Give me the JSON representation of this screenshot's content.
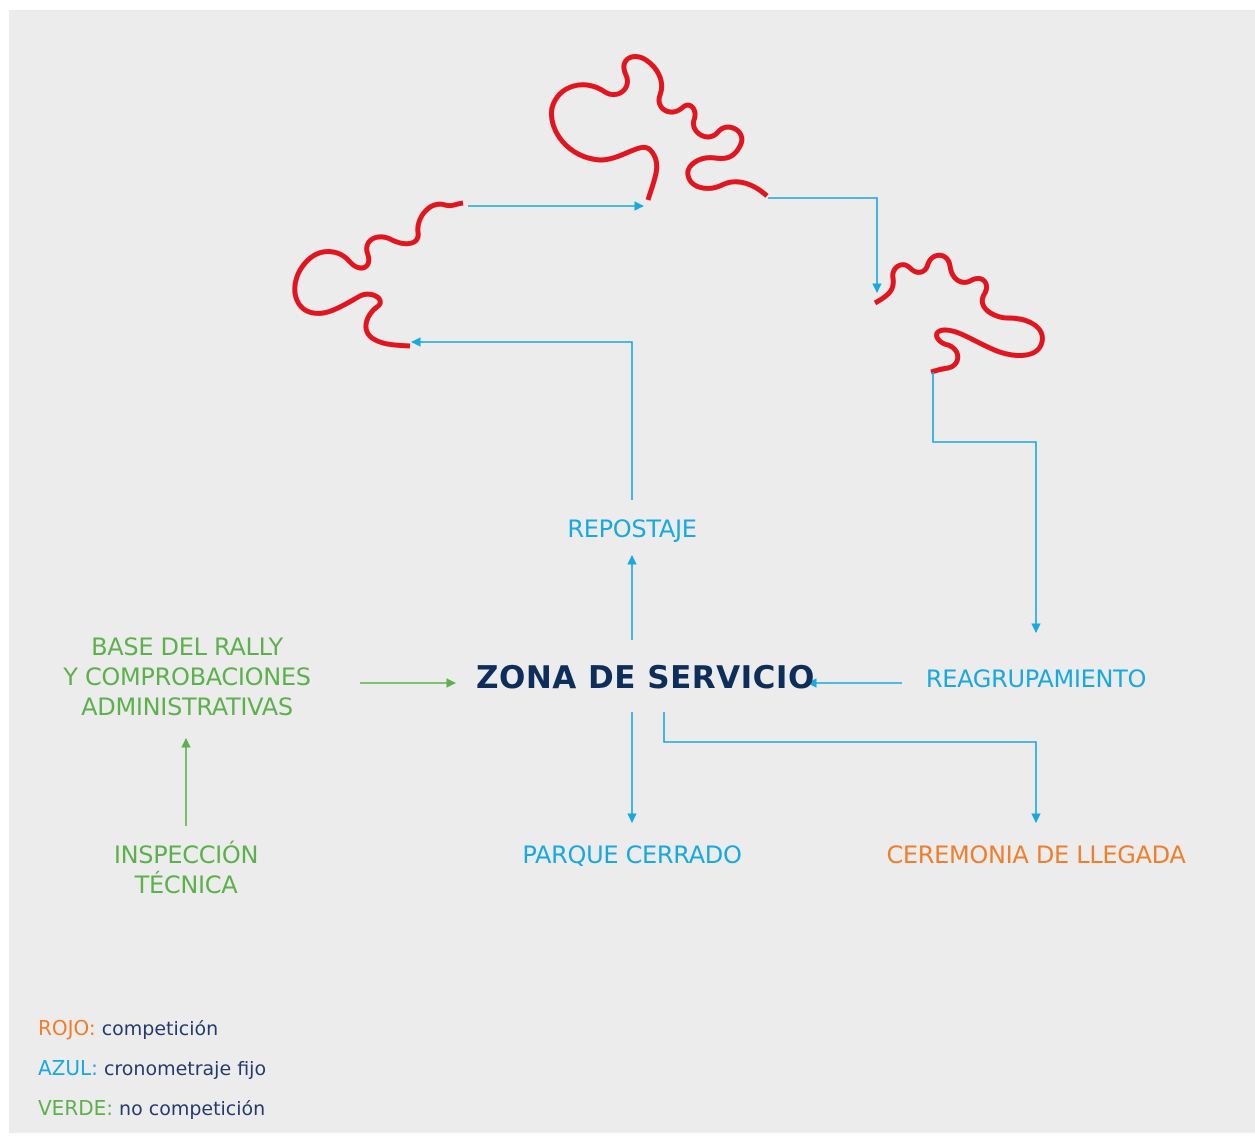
{
  "nodes": {
    "base_rally": [
      "BASE DEL RALLY",
      "Y COMPROBACIONES",
      "ADMINISTRATIVAS"
    ],
    "inspeccion": [
      "INSPECCIÓN",
      "TÉCNICA"
    ],
    "zona_servicio": "ZONA DE SERVICIO",
    "repostaje": "REPOSTAJE",
    "reagrupamiento": "REAGRUPAMIENTO",
    "parque_cerrado": "PARQUE CERRADO",
    "ceremonia": "CEREMONIA DE LLEGADA"
  },
  "legend": [
    {
      "key": "ROJO:",
      "text": "competición",
      "color": "#ee7f2d"
    },
    {
      "key": "AZUL:",
      "text": "cronometraje fijo",
      "color": "#17a9df"
    },
    {
      "key": "VERDE:",
      "text": "no competición",
      "color": "#5db14d"
    }
  ],
  "colors": {
    "competition_red": "#e2141e",
    "timing_blue": "#17a9df",
    "non_competition_green": "#5db14d",
    "title_navy": "#0d2d5a",
    "background": "#ececec"
  }
}
